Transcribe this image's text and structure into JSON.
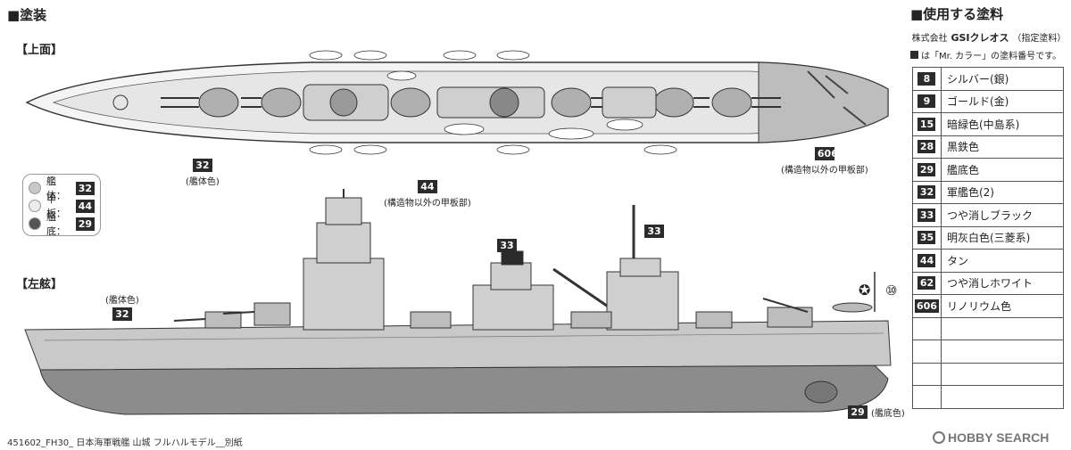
{
  "painting": {
    "title": "■塗装",
    "top_view_label": "【上面】",
    "side_view_label": "【左舷】",
    "callouts": {
      "top_hull": {
        "code": "32",
        "text": "(艦体色)"
      },
      "top_deck": {
        "code": "44",
        "text": "(構造物以外の甲板部)"
      },
      "top_linoleum": {
        "code": "606",
        "text": "(構造物以外の甲板部)"
      },
      "side_hull": {
        "code": "32",
        "text": "(艦体色)"
      },
      "side_funnel": {
        "code": "33",
        "text": ""
      },
      "side_mast": {
        "code": "33",
        "text": ""
      },
      "side_bottom": {
        "code": "29",
        "text": "(艦底色)"
      },
      "flag_number": "⑩"
    },
    "legend": [
      {
        "label": "艦体：",
        "code": "32",
        "color": "#c8c8c8"
      },
      {
        "label": "甲板：",
        "code": "44",
        "color": "#ececec"
      },
      {
        "label": "艦底：",
        "code": "29",
        "color": "#555555"
      }
    ]
  },
  "paints": {
    "title": "■使用する塗料",
    "maker": "株式会社",
    "maker_brand": "GSIクレオス",
    "maker_note": "（指定塗料）",
    "note": "は「Mr. カラー」の塗料番号です。",
    "items": [
      {
        "code": "8",
        "name": "シルバー(銀)"
      },
      {
        "code": "9",
        "name": "ゴールド(金)"
      },
      {
        "code": "15",
        "name": "暗緑色(中島系)"
      },
      {
        "code": "28",
        "name": "黒鉄色"
      },
      {
        "code": "29",
        "name": "艦底色"
      },
      {
        "code": "32",
        "name": "軍艦色(2)"
      },
      {
        "code": "33",
        "name": "つや消しブラック"
      },
      {
        "code": "35",
        "name": "明灰白色(三菱系)"
      },
      {
        "code": "44",
        "name": "タン"
      },
      {
        "code": "62",
        "name": "つや消しホワイト"
      },
      {
        "code": "606",
        "name": "リノリウム色"
      }
    ]
  },
  "footer": "451602_FH30_ 日本海軍戦艦 山城 フルハルモデル__別紙",
  "watermark": "HOBBY SEARCH"
}
